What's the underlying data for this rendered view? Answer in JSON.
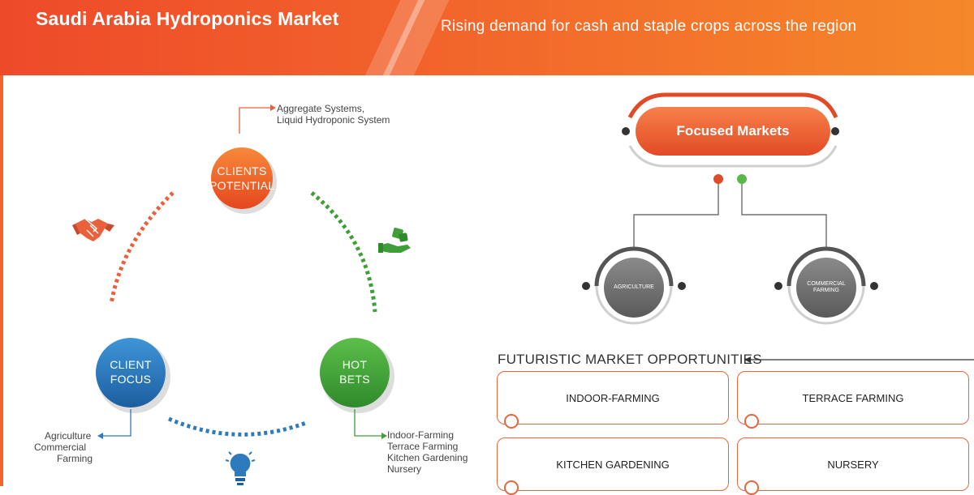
{
  "header": {
    "title": "Saudi Arabia Hydroponics Market",
    "subtitle": "Rising demand for cash and staple crops across the region"
  },
  "cycle": {
    "clients_potential": {
      "line1": "CLIENTS",
      "line2": "POTENTIAL",
      "note_line1": "Aggregate Systems,",
      "note_line2": "Liquid Hydroponic System"
    },
    "client_focus": {
      "line1": "CLIENT",
      "line2": "FOCUS",
      "note_line1": "Agriculture",
      "note_line2": "Commercial",
      "note_line3": "Farming"
    },
    "hot_bets": {
      "line1": "HOT",
      "line2": "BETS",
      "note_line1": "Indoor-Farming",
      "note_line2": "Terrace Farming",
      "note_line3": "Kitchen Gardening",
      "note_line4": "Nursery"
    }
  },
  "focused_markets": {
    "label": "Focused Markets",
    "left_line1": "AGRICULTURE",
    "right_line1": "COMMERCIAL",
    "right_line2": "FARMING"
  },
  "opportunities": {
    "title": "FUTURISTIC MARKET OPPORTUNITIES",
    "items": [
      "INDOOR-FARMING",
      "TERRACE FARMING",
      "KITCHEN GARDENING",
      "NURSERY"
    ]
  },
  "colors": {
    "orange": "#f2642b",
    "green": "#4aa63b",
    "blue": "#2d7bbd",
    "gray": "#6b6b6b"
  },
  "icons": [
    "handshake-icon",
    "money-hand-icon",
    "lightbulb-icon"
  ]
}
